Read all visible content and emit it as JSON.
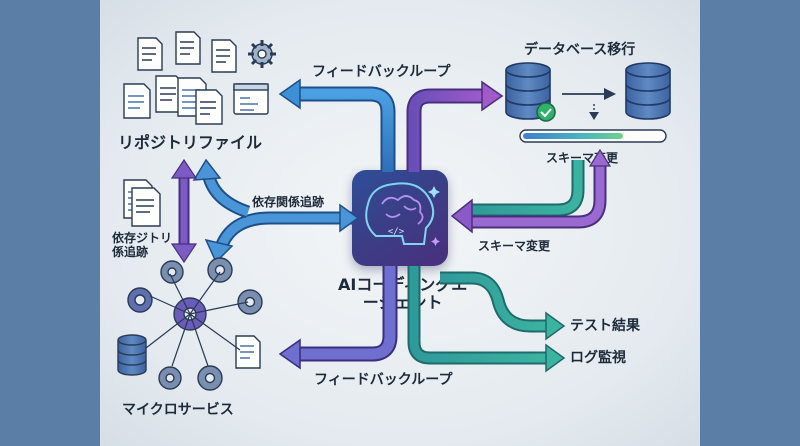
{
  "labels": {
    "feedback_loop_top": "フィードバックループ",
    "feedback_loop_bottom": "フィードバックループ",
    "db_migration": "データベース移行",
    "repo_files": "リポジトリファイル",
    "schema_change_right": "スキーマ変更",
    "schema_change_center": "スキーマ変更",
    "dependency_trace_center": "依存関係追跡",
    "dependency_trace_left": "依存ジトリ\n係追跡",
    "ai_agent": "AIコーディングエ\nージェント",
    "test_results": "テスト結果",
    "log_monitoring": "ログ監視",
    "microservices": "マイクロサービス"
  },
  "colors": {
    "blue_arrow": "#3f8fd6",
    "purple_arrow": "#8a5bc8",
    "teal_arrow": "#2fa59a",
    "frame": "#5b7ea6",
    "db_fill": "#4a74a8",
    "check_green": "#2fb36a"
  },
  "icons": [
    "document-icon",
    "gear-icon",
    "database-icon",
    "brain-icon",
    "check-icon",
    "progress-bar"
  ]
}
